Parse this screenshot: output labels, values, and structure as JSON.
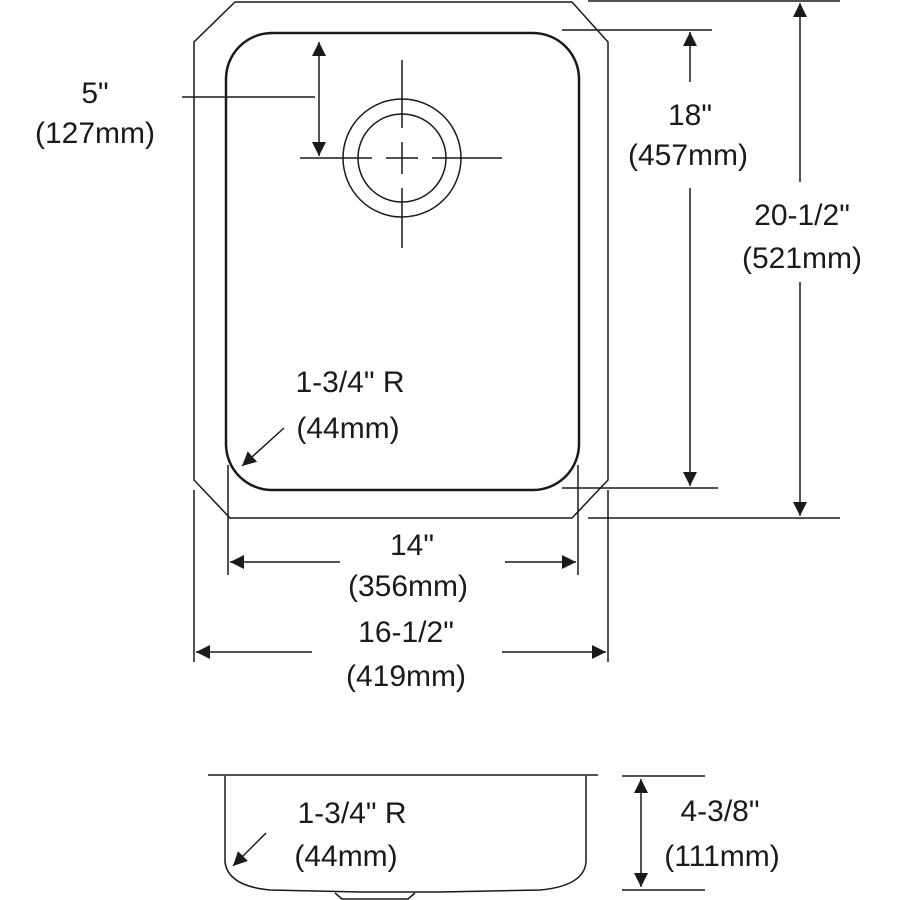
{
  "colors": {
    "line": "#1a1a1a",
    "background": "#ffffff"
  },
  "top_view": {
    "drain_offset": {
      "imperial": "5\"",
      "metric": "(127mm)"
    },
    "bowl_length": {
      "imperial": "18\"",
      "metric": "(457mm)"
    },
    "overall_length": {
      "imperial": "20-1/2\"",
      "metric": "(521mm)"
    },
    "corner_radius": {
      "imperial": "1-3/4\" R",
      "metric": "(44mm)"
    },
    "bowl_width": {
      "imperial": "14\"",
      "metric": "(356mm)"
    },
    "overall_width": {
      "imperial": "16-1/2\"",
      "metric": "(419mm)"
    }
  },
  "side_view": {
    "corner_radius": {
      "imperial": "1-3/4\" R",
      "metric": "(44mm)"
    },
    "depth": {
      "imperial": "4-3/8\"",
      "metric": "(111mm)"
    }
  }
}
